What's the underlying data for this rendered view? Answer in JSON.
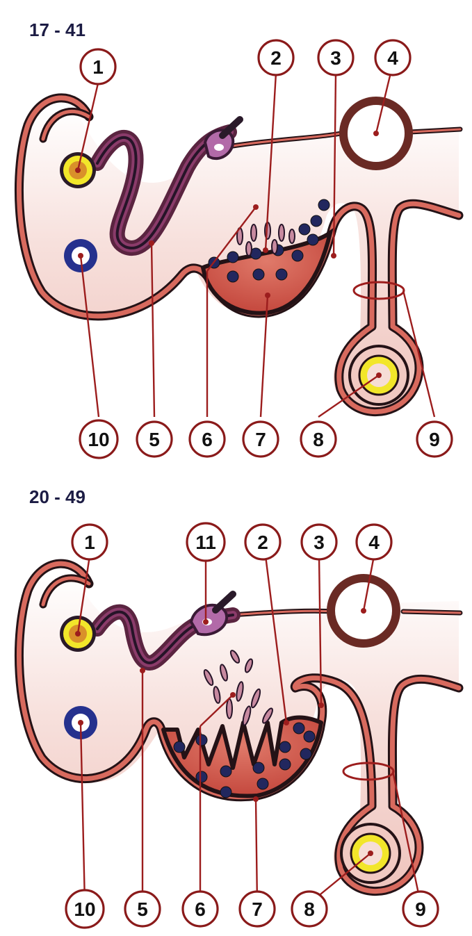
{
  "diagrams": [
    {
      "title": "17 - 41",
      "labels": [
        "1",
        "2",
        "3",
        "4",
        "5",
        "6",
        "7",
        "8",
        "9",
        "10"
      ]
    },
    {
      "title": "20 - 49",
      "labels": [
        "1",
        "11",
        "2",
        "3",
        "4",
        "10",
        "5",
        "6",
        "7",
        "8",
        "9"
      ]
    }
  ],
  "colors": {
    "tissue": "#f1c9c2",
    "wall_outer": "#241216",
    "wall_inner": "#d86a5e",
    "label_ring": "#8a1a1a",
    "lead_line": "#9c1d1d",
    "gland_fill": "#c8473d",
    "nucleus": "#22275e",
    "vessel_blue": "#25318e",
    "yellow_ring": "#f2e62a",
    "duct_purple": "#4a2a5a"
  }
}
